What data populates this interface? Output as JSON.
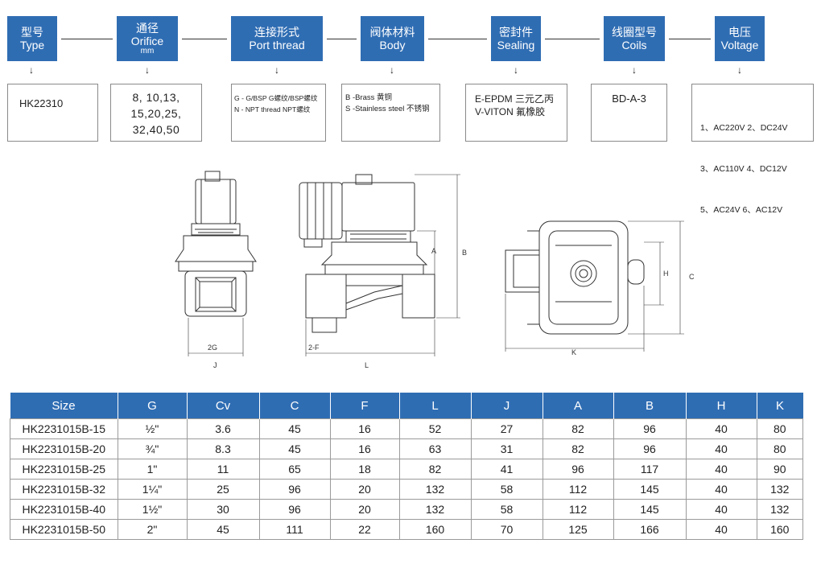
{
  "header": {
    "type": {
      "cn": "型号",
      "en": "Type"
    },
    "orifice": {
      "cn": "通径",
      "en": "Orifice",
      "unit": "mm"
    },
    "port": {
      "cn": "连接形式",
      "en": "Port thread"
    },
    "body": {
      "cn": "阀体材料",
      "en": "Body"
    },
    "sealing": {
      "cn": "密封件",
      "en": "Sealing"
    },
    "coils": {
      "cn": "线圈型号",
      "en": "Coils"
    },
    "voltage": {
      "cn": "电压",
      "en": "Voltage"
    }
  },
  "arrow_glyph": "↓",
  "values": {
    "type": "HK22310",
    "orifice": [
      "8, 10,13,",
      "15,20,25,",
      "32,40,50"
    ],
    "port": [
      "G - G/BSP G螺纹/BSP螺纹",
      "N - NPT thread NPT螺纹"
    ],
    "body": [
      "B -Brass 黄铜",
      "S -Stainless steel 不锈钢"
    ],
    "sealing": [
      "E-EPDM 三元乙丙",
      "V-VITON 氟橡胶"
    ],
    "coils": "BD-A-3",
    "voltage": [
      "1、AC220V   2、DC24V",
      "3、AC110V   4、DC12V",
      "5、AC24V    6、AC12V"
    ]
  },
  "drawing_labels": {
    "g": "2G",
    "j": "J",
    "f": "2-F",
    "l": "L",
    "a": "A",
    "b": "B",
    "h": "H",
    "c": "C",
    "k": "K"
  },
  "table": {
    "headers": [
      "Size",
      "G",
      "Cv",
      "C",
      "F",
      "L",
      "J",
      "A",
      "B",
      "H",
      "K"
    ],
    "rows": [
      [
        "HK2231015B-15",
        "½\"",
        "3.6",
        "45",
        "16",
        "52",
        "27",
        "82",
        "96",
        "40",
        "80"
      ],
      [
        "HK2231015B-20",
        "¾\"",
        "8.3",
        "45",
        "16",
        "63",
        "31",
        "82",
        "96",
        "40",
        "80"
      ],
      [
        "HK2231015B-25",
        "1\"",
        "11",
        "65",
        "18",
        "82",
        "41",
        "96",
        "117",
        "40",
        "90"
      ],
      [
        "HK2231015B-32",
        "1¼\"",
        "25",
        "96",
        "20",
        "132",
        "58",
        "112",
        "145",
        "40",
        "132"
      ],
      [
        "HK2231015B-40",
        "1½\"",
        "30",
        "96",
        "20",
        "132",
        "58",
        "112",
        "145",
        "40",
        "132"
      ],
      [
        "HK2231015B-50",
        "2\"",
        "45",
        "111",
        "22",
        "160",
        "70",
        "125",
        "166",
        "40",
        "160"
      ]
    ]
  }
}
